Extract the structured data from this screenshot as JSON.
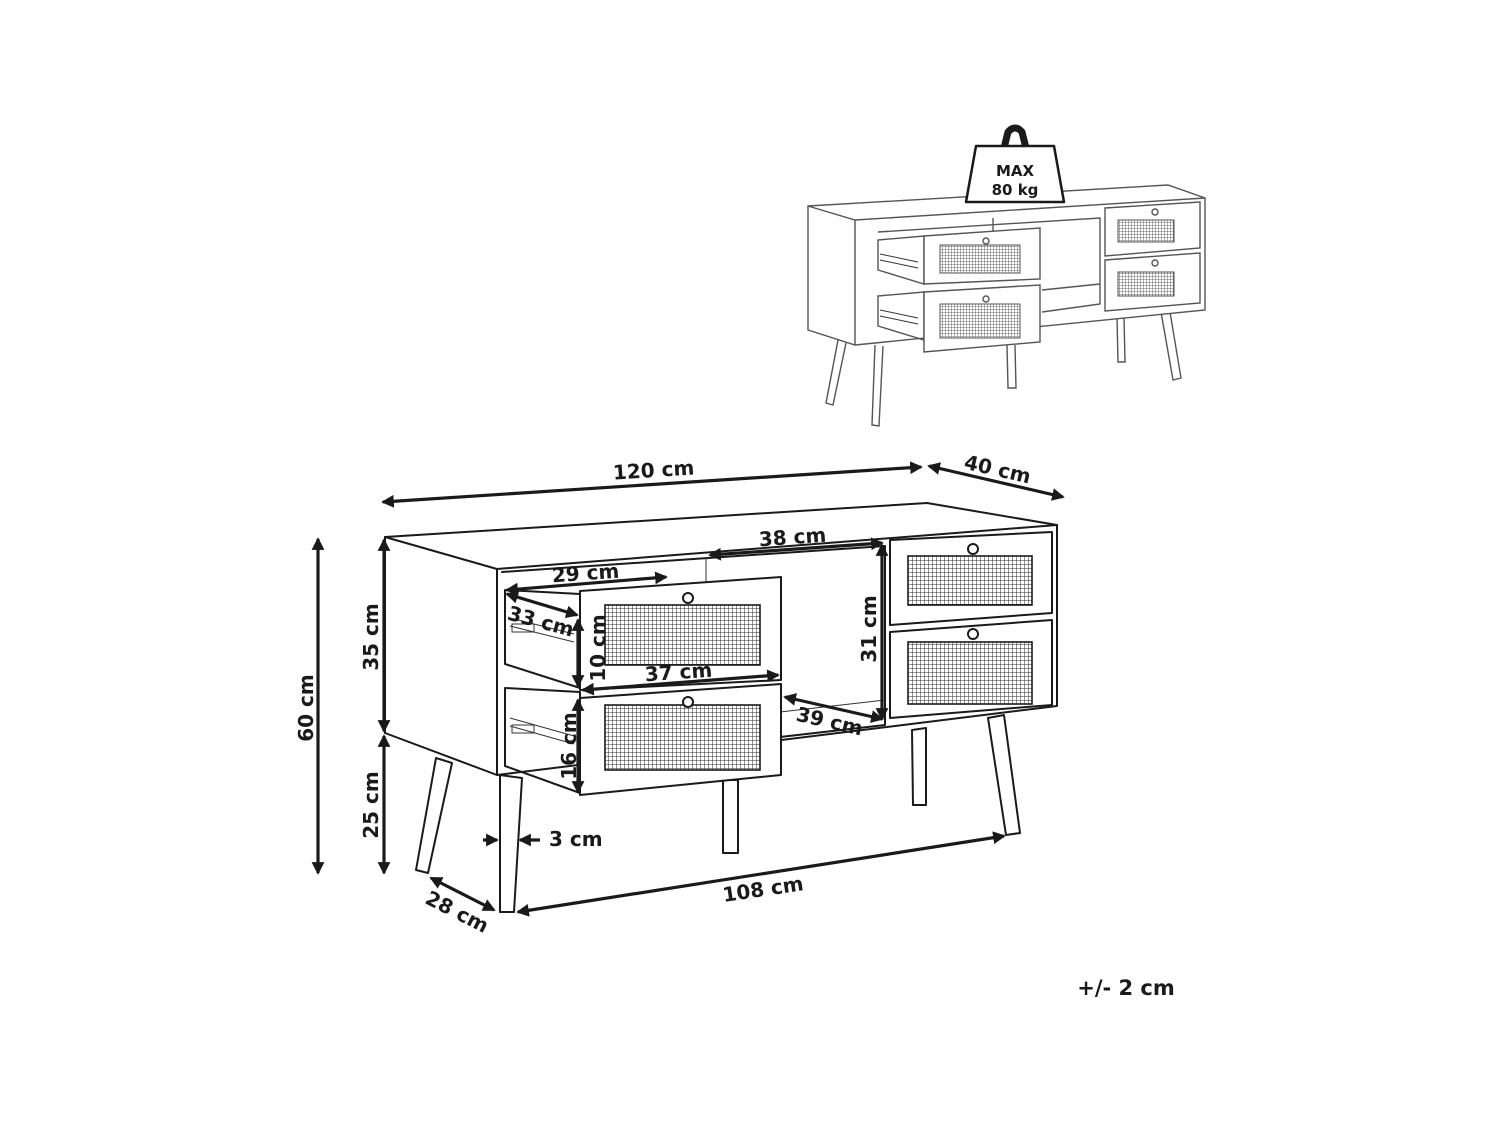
{
  "weight_badge": {
    "line1": "MAX",
    "line2": "80 kg"
  },
  "dimensions": {
    "width_total": "120 cm",
    "depth_total": "40 cm",
    "height_total": "60 cm",
    "body_height": "35 cm",
    "leg_height": "25 cm",
    "leg_width": "3 cm",
    "leg_span_width": "108 cm",
    "leg_span_depth": "28 cm",
    "open_compartment_width": "38 cm",
    "open_compartment_depth": "39 cm",
    "right_drawer_stack_height": "31 cm",
    "drawer_inner_width": "29 cm",
    "drawer_inner_depth": "33 cm",
    "drawer_inner_height": "10 cm",
    "drawer_front_width": "37 cm",
    "drawer_front_height": "16 cm"
  },
  "tolerance": "+/- 2 cm"
}
